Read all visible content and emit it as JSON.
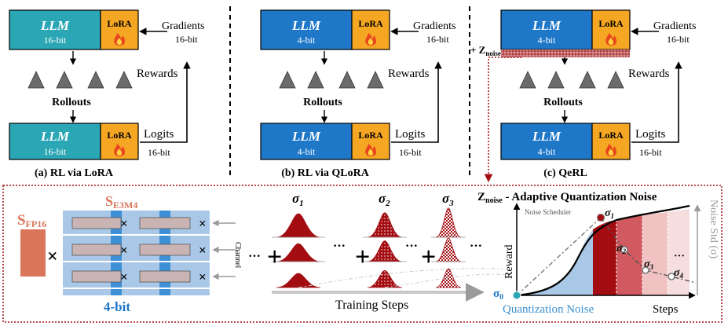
{
  "panels": [
    {
      "model_label": "LLM",
      "model_bits": "16-bit",
      "lora_label": "LoRA",
      "gradients_label": "Gradients",
      "gradients_bits": "16-bit",
      "rewards_label": "Rewards",
      "rollouts_label": "Rollouts",
      "ref_label": "LLM",
      "ref_bits": "16-bit",
      "ref_lora": "LoRA",
      "logits_label": "Logits",
      "logits_bits": "16-bit",
      "caption": "(a) RL via LoRA",
      "model_color": "#2aa6b4"
    },
    {
      "model_label": "LLM",
      "model_bits": "4-bit",
      "lora_label": "LoRA",
      "gradients_label": "Gradients",
      "gradients_bits": "16-bit",
      "rewards_label": "Rewards",
      "rollouts_label": "Rollouts",
      "ref_label": "LLM",
      "ref_bits": "4-bit",
      "ref_lora": "LoRA",
      "logits_label": "Logits",
      "logits_bits": "16-bit",
      "caption": "(b) RL via QLoRA",
      "model_color": "#1f77c8"
    },
    {
      "model_label": "LLM",
      "model_bits": "4-bit",
      "lora_label": "LoRA",
      "gradients_label": "Gradients",
      "gradients_bits": "16-bit",
      "rewards_label": "Rewards",
      "rollouts_label": "Rollouts",
      "ref_label": "LLM",
      "ref_bits": "4-bit",
      "ref_lora": "LoRA",
      "logits_label": "Logits",
      "logits_bits": "16-bit",
      "caption": "(c) QeRL",
      "model_color": "#1f77c8"
    }
  ],
  "znoise_tag": {
    "prefix": "+ Z",
    "sub": "noise"
  },
  "bottom": {
    "sfp16": {
      "main": "S",
      "sub": "FP16"
    },
    "se3m4": {
      "main": "S",
      "sub": "E3M4"
    },
    "bits_4": "4-bit",
    "channel_label": "Channel",
    "sigma_labels": [
      {
        "main": "σ",
        "sub": "1"
      },
      {
        "main": "σ",
        "sub": "2"
      },
      {
        "main": "σ",
        "sub": "3"
      }
    ],
    "ellipsis": "···",
    "training_steps": "Training Steps",
    "title_main": "Z",
    "title_sub": "noise",
    "title_rest": " - Adaptive Quantization Noise",
    "noise_scheduler": "Noise Scheduler",
    "reward_axis": "Reward",
    "noise_std_axis": "Noise Std (σ)",
    "sigma0": {
      "main": "σ",
      "sub": "0"
    },
    "quant_noise": "Quantization Noise",
    "steps": "Steps",
    "curve_sigmas": [
      {
        "main": "σ",
        "sub": "1"
      },
      {
        "main": "σ",
        "sub": "2"
      },
      {
        "main": "σ",
        "sub": "3"
      },
      {
        "main": "σ",
        "sub": "4"
      }
    ],
    "curve_ellipsis": "···"
  },
  "colors": {
    "teal": "#2aa6b4",
    "blue": "#1f77c8",
    "lora": "#f5a623",
    "dark_red": "#a30d12",
    "salmon": "#d9765a",
    "light_blue": "#a9c8e8"
  }
}
